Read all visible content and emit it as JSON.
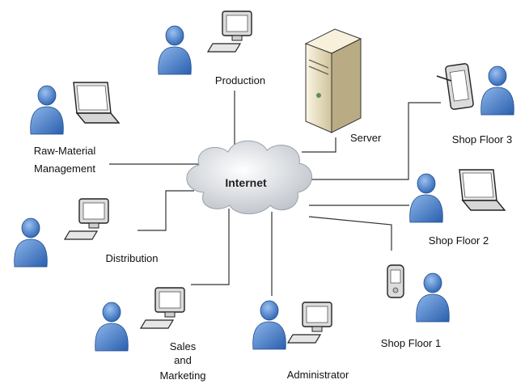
{
  "diagram": {
    "hub": {
      "label": "Internet"
    },
    "nodes": {
      "production": "Production",
      "server": "Server",
      "raw_material": [
        "Raw-Material",
        "Management"
      ],
      "shop_floor_3": "Shop Floor 3",
      "shop_floor_2": "Shop Floor 2",
      "shop_floor_1": "Shop Floor 1",
      "distribution": "Distribution",
      "sales": [
        "Sales",
        "and",
        "Marketing"
      ],
      "administrator": "Administrator"
    }
  },
  "colors": {
    "person": "#3d78c9",
    "cloud": "#d9dde2",
    "server_case": "#efe6c6",
    "device": "#d8d8d8",
    "screen": "#ffffff",
    "link": "#333333"
  }
}
